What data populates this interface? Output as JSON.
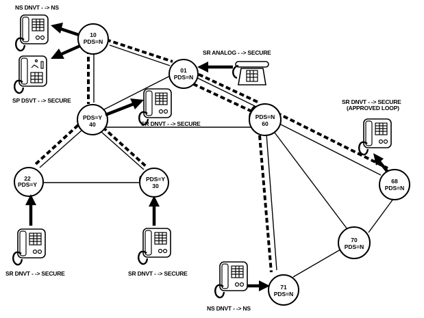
{
  "diagram": {
    "title": "Secure voice network routing (PDS) diagram",
    "nodes": [
      {
        "id": "10",
        "line1": "10",
        "line2": "PDS=N",
        "pds": "N"
      },
      {
        "id": "01",
        "line1": "01",
        "line2": "PDS=N",
        "pds": "N"
      },
      {
        "id": "40",
        "line1": "PDS=Y",
        "line2": "40",
        "pds": "Y"
      },
      {
        "id": "22",
        "line1": "22",
        "line2": "PDS=Y",
        "pds": "Y"
      },
      {
        "id": "30",
        "line1": "PDS=Y",
        "line2": "30",
        "pds": "Y"
      },
      {
        "id": "60",
        "line1": "PDS=N",
        "line2": "60",
        "pds": "N"
      },
      {
        "id": "68",
        "line1": "68",
        "line2": "PDS=N",
        "pds": "N"
      },
      {
        "id": "70",
        "line1": "70",
        "line2": "PDS=N",
        "pds": "N"
      },
      {
        "id": "71",
        "line1": "71",
        "line2": "PDS=N",
        "pds": "N"
      }
    ],
    "links": [
      {
        "from": "10",
        "to": "40",
        "secure": true
      },
      {
        "from": "10",
        "to": "01",
        "secure": true
      },
      {
        "from": "01",
        "to": "40",
        "secure": false
      },
      {
        "from": "01",
        "to": "60",
        "secure": true
      },
      {
        "from": "40",
        "to": "60",
        "secure": false
      },
      {
        "from": "40",
        "to": "22",
        "secure": true
      },
      {
        "from": "40",
        "to": "30",
        "secure": true
      },
      {
        "from": "22",
        "to": "30",
        "secure": false
      },
      {
        "from": "60",
        "to": "71",
        "secure": true
      },
      {
        "from": "60",
        "to": "70",
        "secure": false
      },
      {
        "from": "60",
        "to": "68",
        "secure": true
      },
      {
        "from": "68",
        "to": "70",
        "secure": false
      },
      {
        "from": "70",
        "to": "71",
        "secure": false
      }
    ],
    "terminals": [
      {
        "id": "t1",
        "label": "NS DNVT - -> NS",
        "label2": "",
        "node": "10",
        "type": "dnvt"
      },
      {
        "id": "t2",
        "label": "SP DSVT - -> SECURE",
        "label2": "",
        "node": "10",
        "type": "dsvt"
      },
      {
        "id": "t3",
        "label": "SR ANALOG - -> SECURE",
        "label2": "",
        "node": "01",
        "type": "analog"
      },
      {
        "id": "t4",
        "label": "SR DNVT - -> SECURE",
        "label2": "",
        "node": "40",
        "type": "dnvt"
      },
      {
        "id": "t5",
        "label": "SR DNVT - -> SECURE",
        "label2": "",
        "node": "22",
        "type": "dnvt"
      },
      {
        "id": "t6",
        "label": "SR DNVT - -> SECURE",
        "label2": "",
        "node": "30",
        "type": "dnvt"
      },
      {
        "id": "t7",
        "label": "SR DNVT - -> SECURE",
        "label2": "(APPROVED LOOP)",
        "node": "68",
        "type": "dnvt"
      },
      {
        "id": "t8",
        "label": "NS DNVT - -> NS",
        "label2": "",
        "node": "71",
        "type": "dnvt"
      }
    ]
  }
}
